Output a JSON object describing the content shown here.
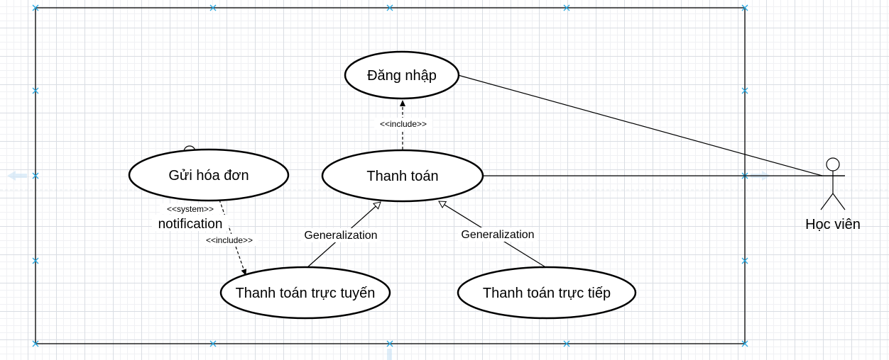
{
  "diagram": {
    "actor": {
      "label": "Học viên"
    },
    "use_cases": {
      "login": "Đăng nhập",
      "payment": "Thanh toán",
      "send_invoice": "Gửi hóa đơn",
      "online_payment": "Thanh toán trực tuyến",
      "direct_payment": "Thanh toán trực tiếp"
    },
    "relations": {
      "include_login": "<<include>>",
      "include_online": "<<include>>",
      "system_stereotype": "<<system>>",
      "notification": "notification",
      "generalization_left": "Generalization",
      "generalization_right": "Generalization"
    },
    "colors": {
      "line": "#000000",
      "handle": "#29a8e0",
      "guide": "#b7d9f1"
    }
  }
}
